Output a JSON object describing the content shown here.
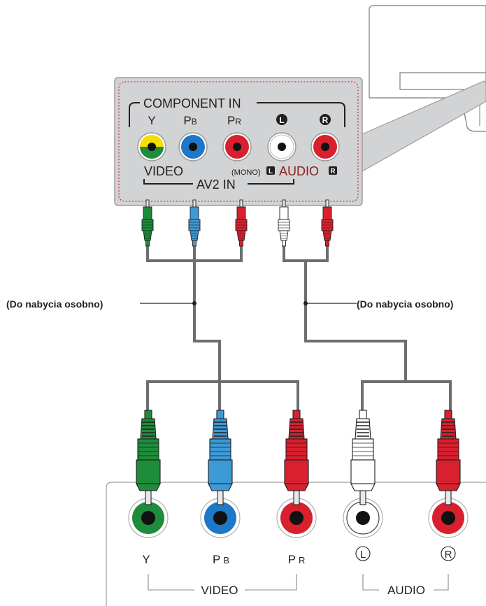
{
  "panel": {
    "group_title": "COMPONENT IN",
    "jack_labels": {
      "y": "Y",
      "pb_main": "P",
      "pb_sub": "B",
      "pr_main": "P",
      "pr_sub": "R",
      "l_badge": "L",
      "r_badge": "R"
    },
    "video_label": "VIDEO",
    "mono_label": "(MONO)",
    "mono_badge": "L",
    "audio_label": "AUDIO",
    "audio_badge": "R",
    "av_label": "AV2 IN"
  },
  "cable_labels": {
    "left": "(Do nabycia osobno)",
    "right": "(Do nabycia osobno)"
  },
  "device": {
    "jack_labels": {
      "y": "Y",
      "pb_main": "P",
      "pb_sub": "B",
      "pr_main": "P",
      "pr_sub": "R",
      "l": "L",
      "r": "R"
    },
    "video_label": "VIDEO",
    "audio_label": "AUDIO"
  },
  "colors": {
    "green": "#1e8c3a",
    "blue": "#3d9ad6",
    "red": "#d9202e",
    "white": "#ffffff",
    "cable": "#6d6e71",
    "panel_fill": "#d2d3d5",
    "border_dashed": "#d32f5a",
    "audio_text": "#8a1f1f"
  }
}
